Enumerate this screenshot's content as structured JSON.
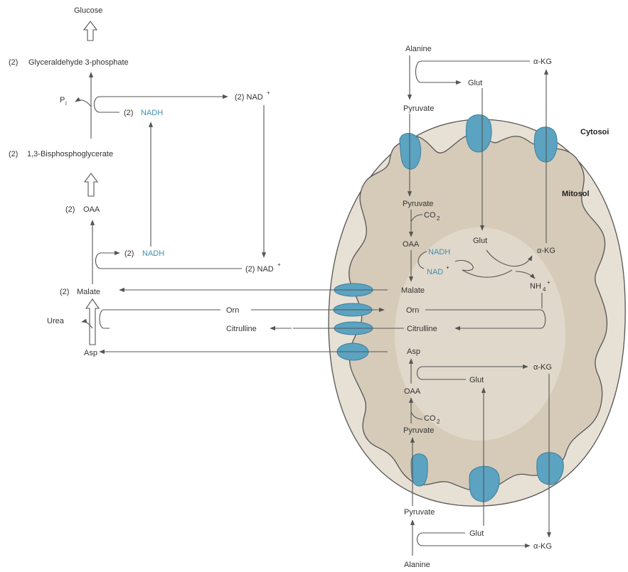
{
  "colors": {
    "cytosol_fill": "#e7e0d4",
    "mitosol_fill": "#d6cbb9",
    "channel_fill": "#5ba3c1",
    "blue_text": "#3f8fb0",
    "line": "#555555"
  },
  "labels": {
    "glucose": "Glucose",
    "g3p_coef": "(2)",
    "g3p": "Glyceraldehyde 3-phosphate",
    "pi": "P",
    "pi_sub": "i",
    "nadh1_coef": "(2)",
    "nadh1": "NADH",
    "nad1": "(2) NAD",
    "nad1_sup": "+",
    "bpg_coef": "(2)",
    "bpg": "1,3-Bisphosphoglycerate",
    "oaa_coef": "(2)",
    "oaa": "OAA",
    "nadh2_coef": "(2)",
    "nadh2": "NADH",
    "nad2": "(2) NAD",
    "nad2_sup": "+",
    "malate_coef": "(2)",
    "malate": "Malate",
    "urea": "Urea",
    "asp": "Asp",
    "orn": "Orn",
    "citrulline": "Citrulline",
    "top_alanine": "Alanine",
    "top_glut": "Glut",
    "top_akg": "α-KG",
    "top_pyruvate": "Pyruvate",
    "cytosol": "Cytosoi",
    "mitosol": "Mitosol",
    "m_pyruvate": "Pyruvate",
    "m_co2_1": "CO",
    "m_co2_1_sub": "2",
    "m_oaa": "OAA",
    "m_glut": "Glut",
    "m_akg": "α-KG",
    "m_nadh": "NADH",
    "m_nad": "NAD",
    "m_nad_sup": "+",
    "m_malate": "Malate",
    "m_nh4": "NH",
    "m_nh4_sub": "4",
    "m_nh4_sup": "+",
    "m_orn": "Orn",
    "m_citrulline": "Citrulline",
    "m_asp": "Asp",
    "m_glut2": "Glut",
    "m_akg2": "α-KG",
    "m_oaa2": "OAA",
    "m_co2_2": "CO",
    "m_co2_2_sub": "2",
    "m_pyruvate2": "Pyruvate",
    "bot_pyruvate": "Pyruvate",
    "bot_glut": "Glut",
    "bot_akg": "α-KG",
    "bot_alanine": "Alanine"
  }
}
